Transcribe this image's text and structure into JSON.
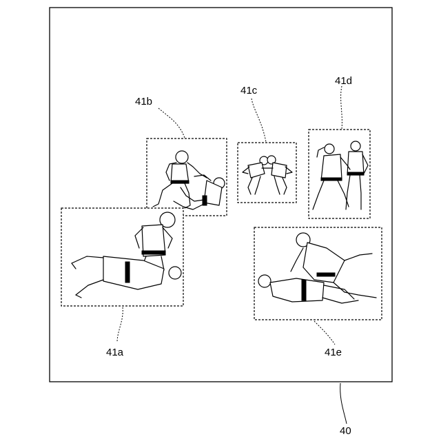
{
  "figure": {
    "frame_label": "40",
    "panels": [
      {
        "id": "a",
        "label": "41a",
        "depicts": "ground-pin-icon"
      },
      {
        "id": "b",
        "label": "41b",
        "depicts": "guard-icon"
      },
      {
        "id": "c",
        "label": "41c",
        "depicts": "grip-fight-icon"
      },
      {
        "id": "d",
        "label": "41d",
        "depicts": "standing-clinch-icon"
      },
      {
        "id": "e",
        "label": "41e",
        "depicts": "scramble-icon"
      }
    ]
  }
}
